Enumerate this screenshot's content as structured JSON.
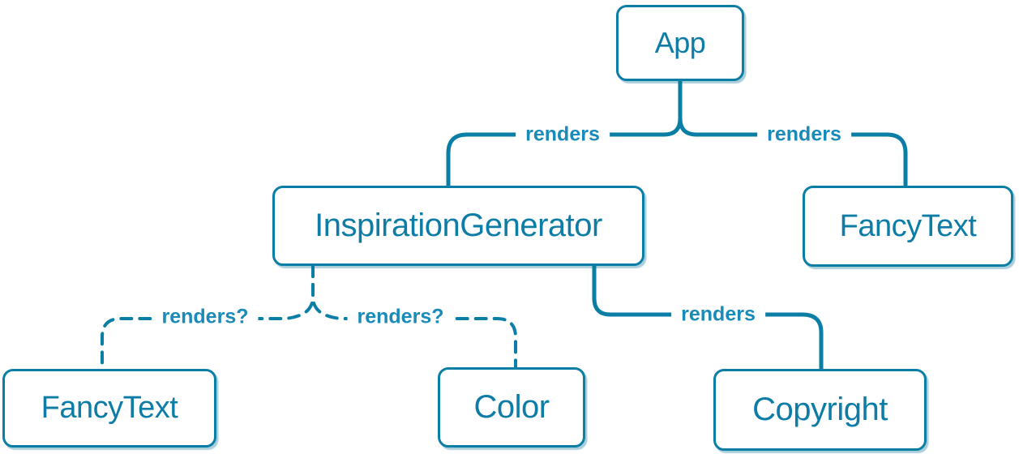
{
  "diagram_type": "react-component-render-tree",
  "colors": {
    "stroke": "#0a7ea4",
    "box_text": "#0d7ca6",
    "label_text": "#1a8ab8",
    "box_fill": "#ffffff",
    "background": "#ffffff"
  },
  "nodes": {
    "app": {
      "label": "App"
    },
    "inspirationGenerator": {
      "label": "InspirationGenerator"
    },
    "fancyTextTop": {
      "label": "FancyText"
    },
    "fancyTextBottom": {
      "label": "FancyText"
    },
    "color": {
      "label": "Color"
    },
    "copyright": {
      "label": "Copyright"
    }
  },
  "edges": {
    "appToInspirationGenerator": {
      "from": "App",
      "to": "InspirationGenerator",
      "label": "renders",
      "style": "solid"
    },
    "appToFancyText": {
      "from": "App",
      "to": "FancyText",
      "label": "renders",
      "style": "solid"
    },
    "inspirationGeneratorToCopyright": {
      "from": "InspirationGenerator",
      "to": "Copyright",
      "label": "renders",
      "style": "solid"
    },
    "inspirationGeneratorToFancyText": {
      "from": "InspirationGenerator",
      "to": "FancyText",
      "label": "renders?",
      "style": "dashed"
    },
    "inspirationGeneratorToColor": {
      "from": "InspirationGenerator",
      "to": "Color",
      "label": "renders?",
      "style": "dashed"
    }
  }
}
